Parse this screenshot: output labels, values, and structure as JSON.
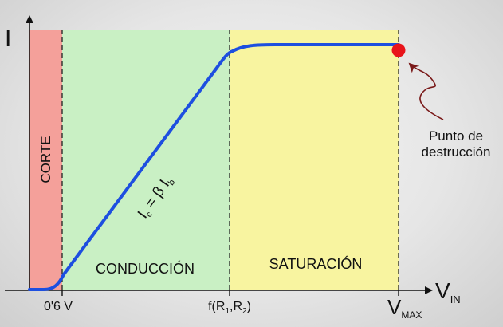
{
  "axes": {
    "y_label": "I",
    "x_label_main": "V",
    "x_label_sub": "IN"
  },
  "regions": {
    "corte": {
      "label": "CORTE",
      "color": "#f4a09a"
    },
    "conduccion": {
      "label": "CONDUCCIÓN",
      "color": "#c9f0c4"
    },
    "saturacion": {
      "label": "SATURACIÓN",
      "color": "#f8f4a0"
    }
  },
  "x_ticks": {
    "threshold": "0'6 V",
    "f_prefix": "f(R",
    "f_sub1": "1",
    "f_mid": ",R",
    "f_sub2": "2",
    "f_suffix": ")",
    "vmax_main": "V",
    "vmax_sub": "MAX"
  },
  "curve": {
    "color": "#1d4fe0",
    "equation": {
      "ic_main": "I",
      "ic_sub": "c",
      "operator": " = β I",
      "ib_sub": "b"
    }
  },
  "destruction_point": {
    "color": "#e8141a",
    "arrow_color": "#7a1a1a",
    "label_line1": "Punto de",
    "label_line2": "destrucción"
  }
}
